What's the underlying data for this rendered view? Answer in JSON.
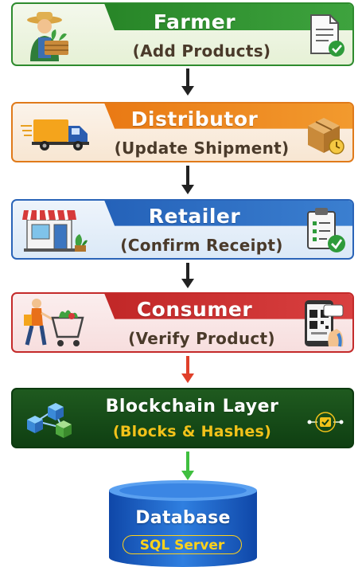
{
  "stages": [
    {
      "title": "Farmer",
      "subtitle": "(Add Products)"
    },
    {
      "title": "Distributor",
      "subtitle": "(Update Shipment)"
    },
    {
      "title": "Retailer",
      "subtitle": "(Confirm Receipt)"
    },
    {
      "title": "Consumer",
      "subtitle": "(Verify Product)"
    },
    {
      "title": "Blockchain Layer",
      "subtitle": "(Blocks & Hashes)"
    }
  ],
  "database": {
    "title": "Database",
    "subtitle": "SQL Server"
  },
  "colors": {
    "farmer": "#2e8b2e",
    "distributor": "#e66d0a",
    "retailer": "#1c57b0",
    "consumer": "#c42a2a",
    "blockchain": "#0f3f12",
    "database": "#1e63c8",
    "arrow_dark": "#222222",
    "arrow_red": "#e0402a",
    "arrow_green": "#3fbf3f",
    "accent_gold": "#ffd21a"
  },
  "icons": {
    "farmer": "farmer-with-crate-icon",
    "farmer_side": "document-check-icon",
    "distributor": "delivery-truck-icon",
    "distributor_side": "package-clock-icon",
    "retailer": "storefront-icon",
    "retailer_side": "clipboard-check-icon",
    "consumer": "shopper-with-cart-icon",
    "consumer_side": "phone-qr-scan-icon",
    "blockchain": "linked-cubes-icon",
    "blockchain_side": "verified-node-icon"
  }
}
